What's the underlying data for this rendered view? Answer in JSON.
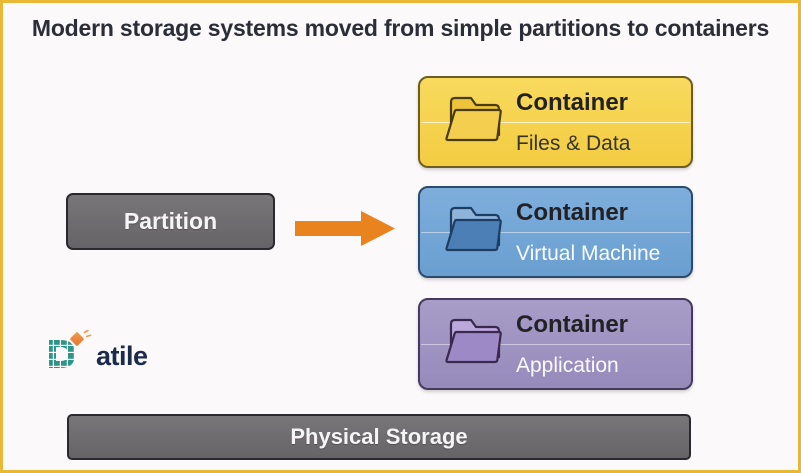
{
  "frame": {
    "title": "Modern storage systems moved from simple partitions to containers",
    "background": "#FBF9FA",
    "border_color": "#E9B935"
  },
  "partition": {
    "label": "Partition",
    "fill": "#6E6C71"
  },
  "arrow": {
    "direction": "right",
    "color": "#E8831D"
  },
  "containers": [
    {
      "title": "Container",
      "subtitle": "Files & Data",
      "fill": "#F5D14D",
      "subtitle_color": "#35352E",
      "icon": "folder-icon"
    },
    {
      "title": "Container",
      "subtitle": "Virtual Machine",
      "fill": "#74A8D8",
      "subtitle_color": "#FAFAFE",
      "icon": "folder-icon"
    },
    {
      "title": "Container",
      "subtitle": "Application",
      "fill": "#9E92C3",
      "subtitle_color": "#FAFAFE",
      "icon": "folder-icon"
    }
  ],
  "physical_storage": {
    "label": "Physical Storage",
    "fill": "#6E6C71"
  },
  "logo": {
    "mark": "D",
    "wordmark": "atile",
    "teal": "#2E9688",
    "navy": "#1B2B4B",
    "orange": "#E8742C"
  }
}
